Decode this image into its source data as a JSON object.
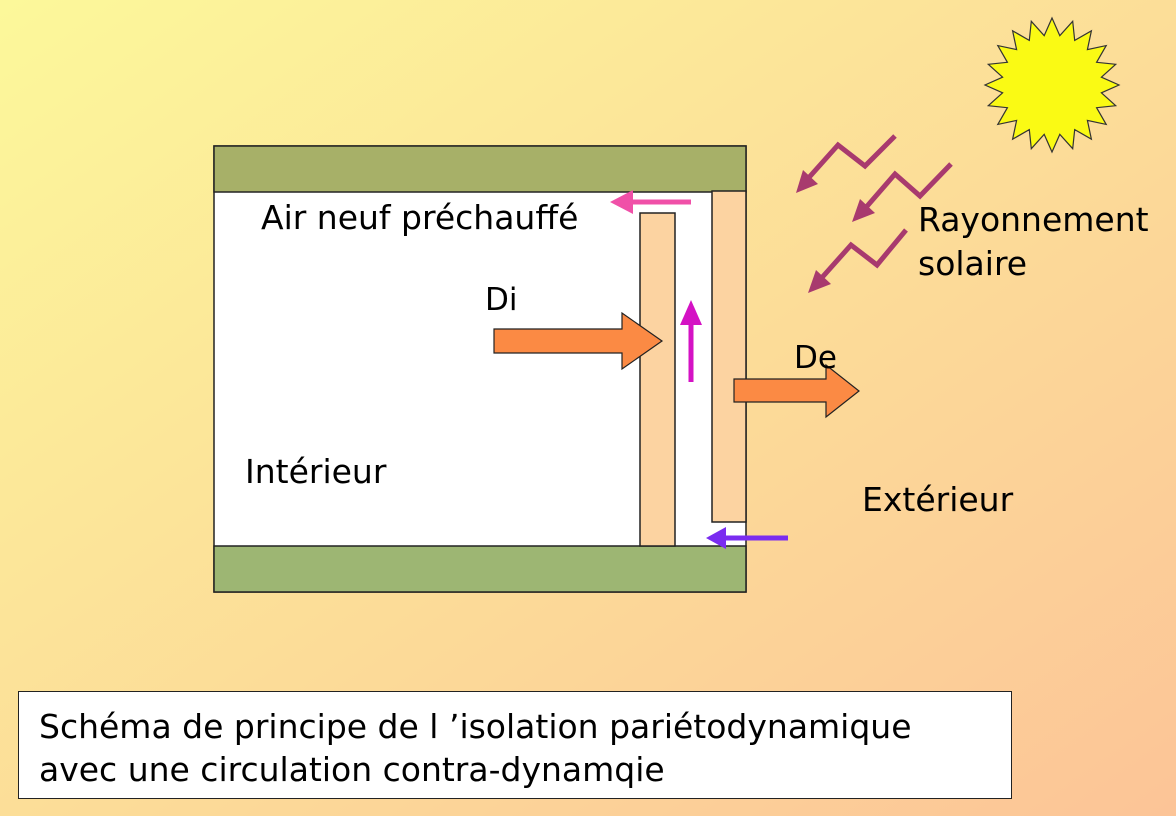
{
  "labels": {
    "air_neuf": "Air neuf préchauffé",
    "di": "Di",
    "de": "De",
    "rayonnement_line1": "Rayonnement",
    "rayonnement_line2": "solaire",
    "interieur": "Intérieur",
    "exterieur": "Extérieur"
  },
  "caption": {
    "line1": "Schéma de principe de l ’isolation pariétodynamique",
    "line2": "avec une circulation contra-dynamqie"
  },
  "colors": {
    "background_start": "#fcf89a",
    "background_end": "#fcc497",
    "wall_cap_top": "#a7b068",
    "wall_cap_bottom": "#9db673",
    "panel": "#fcd3a1",
    "flux_arrow": "#fb8a44",
    "air_intake_arrow": "#7a2cf0",
    "air_rise_arrow": "#d412c4",
    "air_out_arrow": "#f050a8",
    "solar_ray": "#a83a6e",
    "sun": "#fafa14"
  },
  "icons": [
    "sun-icon",
    "solar-ray-icon"
  ]
}
